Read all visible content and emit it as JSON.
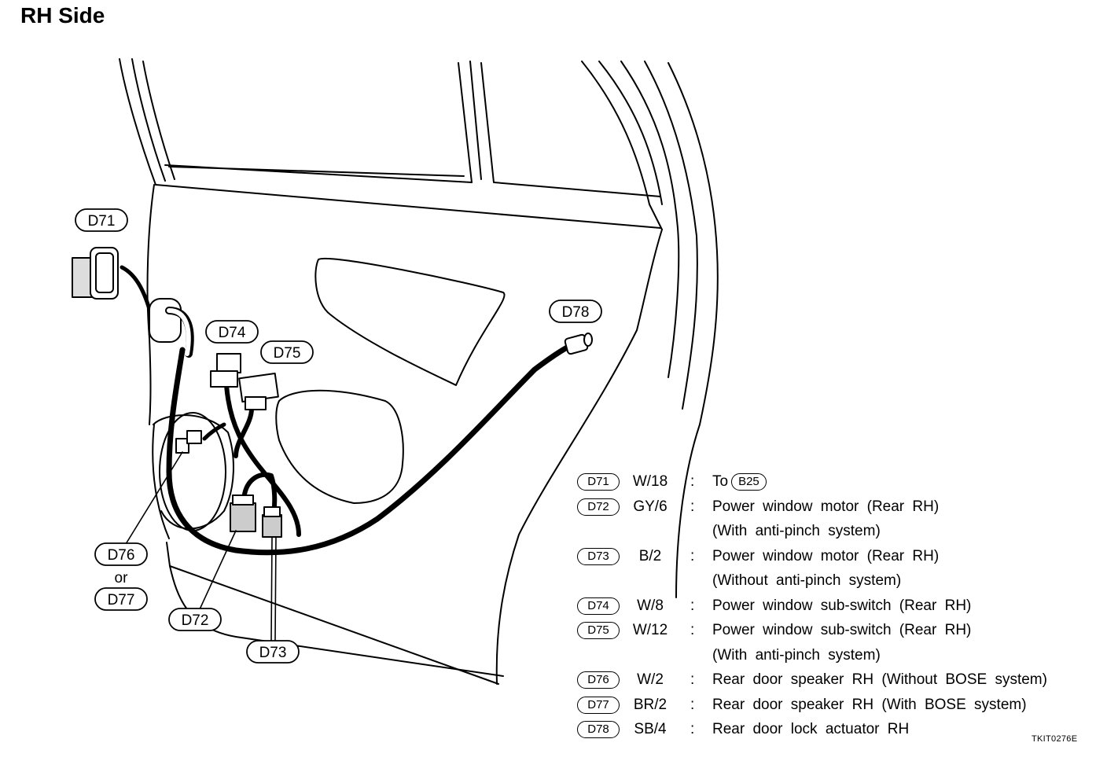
{
  "title": "RH Side",
  "document_id": "TKIT0276E",
  "callouts": {
    "d71": "D71",
    "d72": "D72",
    "d73": "D73",
    "d74": "D74",
    "d75": "D75",
    "d76": "D76",
    "or": "or",
    "d77": "D77",
    "d78": "D78"
  },
  "legend": [
    {
      "tag": "D71",
      "wire": "W/18",
      "colon": ":",
      "desc": "To",
      "ref": "B25"
    },
    {
      "tag": "D72",
      "wire": "GY/6",
      "colon": ":",
      "desc": "Power window motor (Rear RH)",
      "desc2": "(With anti-pinch system)"
    },
    {
      "tag": "D73",
      "wire": "B/2",
      "colon": ":",
      "desc": "Power window motor (Rear RH)",
      "desc2": "(Without anti-pinch system)"
    },
    {
      "tag": "D74",
      "wire": "W/8",
      "colon": ":",
      "desc": "Power window sub-switch (Rear RH)"
    },
    {
      "tag": "D75",
      "wire": "W/12",
      "colon": ":",
      "desc": "Power window sub-switch (Rear RH)",
      "desc2": "(With anti-pinch system)"
    },
    {
      "tag": "D76",
      "wire": "W/2",
      "colon": ":",
      "desc": "Rear door speaker RH (Without BOSE system)"
    },
    {
      "tag": "D77",
      "wire": "BR/2",
      "colon": ":",
      "desc": "Rear door speaker RH (With BOSE system)"
    },
    {
      "tag": "D78",
      "wire": "SB/4",
      "colon": ":",
      "desc": "Rear door lock actuator RH"
    }
  ]
}
